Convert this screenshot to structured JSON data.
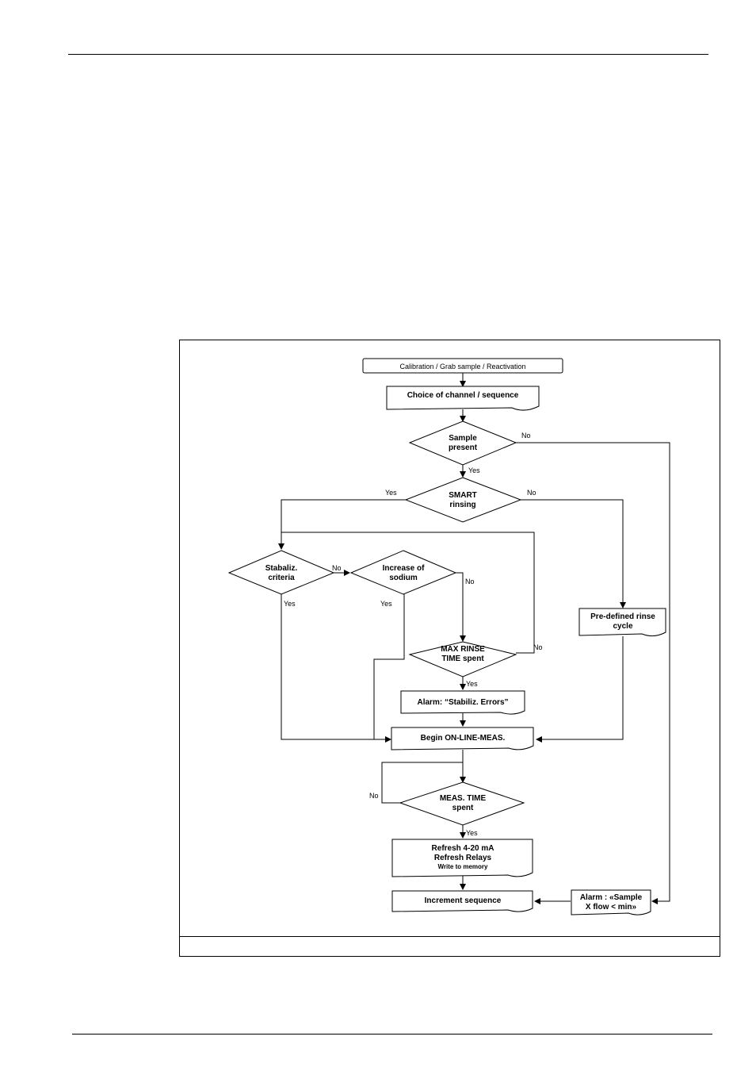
{
  "flowchart": {
    "start": "Calibration / Grab sample / Reactivation",
    "choice": "Choice of channel / sequence",
    "sample_present": [
      "Sample",
      "present"
    ],
    "smart_rinsing": [
      "SMART",
      "rinsing"
    ],
    "stabaliz_criteria": [
      "Stabaliz.",
      "criteria"
    ],
    "increase_sodium": [
      "Increase of",
      "sodium"
    ],
    "max_rinse": [
      "MAX RINSE",
      "TIME spent"
    ],
    "predefined_rinse": [
      "Pre-defined rinse",
      "cycle"
    ],
    "alarm_stabiliz": "Alarm: “Stabiliz. Errors”",
    "begin_online": "Begin ON-LINE-MEAS.",
    "meas_time": [
      "MEAS. TIME",
      "spent"
    ],
    "refresh": [
      "Refresh 4-20 mA",
      "Refresh Relays",
      "Write to memory"
    ],
    "increment": "Increment sequence",
    "alarm_sample": [
      "Alarm : «Sample",
      "X flow < min»"
    ],
    "yes": "Yes",
    "no": "No"
  }
}
